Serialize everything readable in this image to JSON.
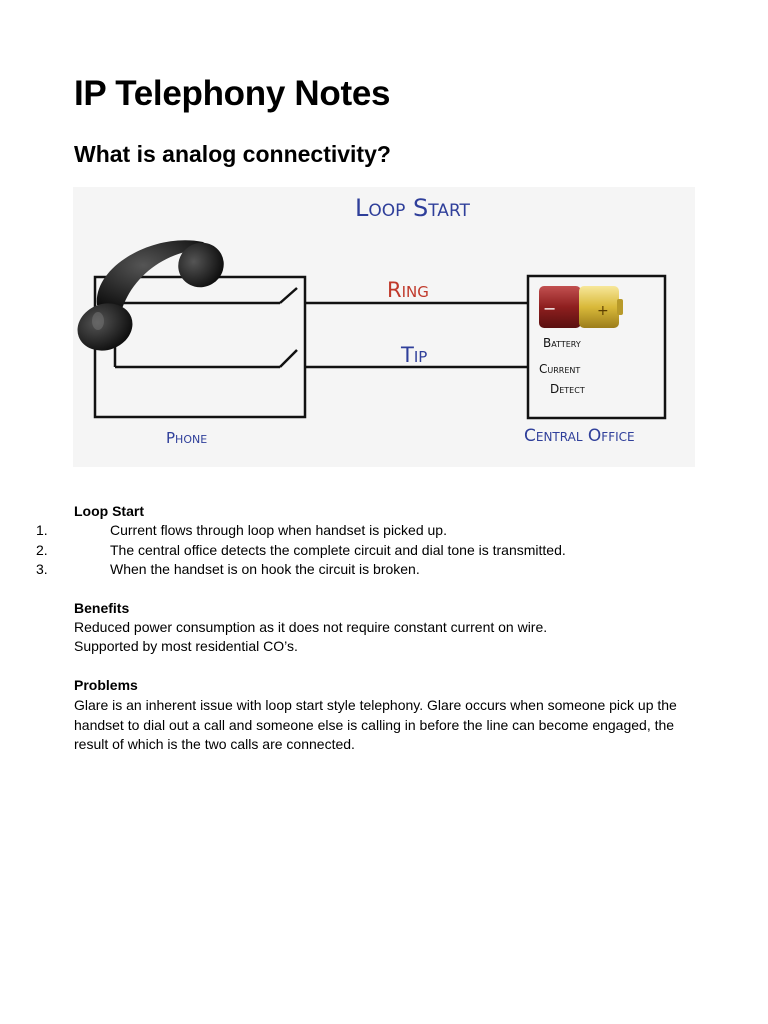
{
  "document": {
    "title": "IP Telephony Notes",
    "subtitle": "What is analog connectivity?"
  },
  "figure": {
    "heading": "Loop Start",
    "ring_label": "Ring",
    "tip_label": "Tip",
    "phone_label": "Phone",
    "office_label": "Central Office",
    "battery_label": "Battery",
    "detect_line1": "Current",
    "detect_line2": "Detect",
    "battery_minus": "−",
    "battery_plus": "+",
    "colors": {
      "heading_blue": "#2f3f9a",
      "ring_red": "#c0392b",
      "wire": "#111111",
      "battery_red": "#8e1f1f",
      "battery_gold": "#d9b93a"
    }
  },
  "loop_start": {
    "heading": "Loop Start",
    "items": [
      {
        "num": "1.",
        "text": "Current flows through loop when handset is picked up."
      },
      {
        "num": "2.",
        "text": "The central office detects the complete circuit and dial tone is transmitted."
      },
      {
        "num": "3.",
        "text": "When the handset is on hook the circuit is broken."
      }
    ]
  },
  "benefits": {
    "heading": "Benefits",
    "lines": [
      "Reduced power consumption as it does not require constant current on wire.",
      "Supported by most residential CO’s."
    ]
  },
  "problems": {
    "heading": "Problems",
    "text": "Glare is an inherent issue with loop start style telephony. Glare occurs when someone pick up the handset to dial out a call and someone else is calling in before the line can become engaged, the result of which is the two calls are connected."
  }
}
